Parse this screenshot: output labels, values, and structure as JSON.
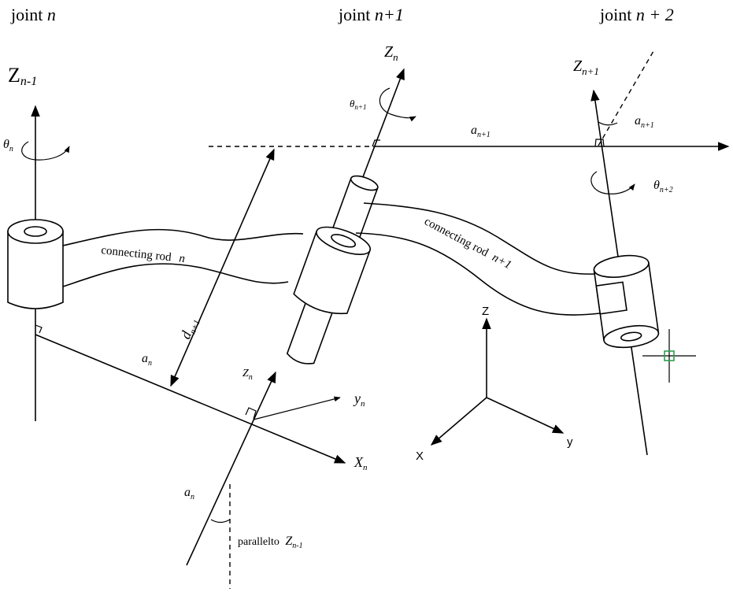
{
  "headers": {
    "joint_n": {
      "word": "joint",
      "sym": "n"
    },
    "joint_n1": {
      "word": "joint",
      "sym": "n+1"
    },
    "joint_n2": {
      "word": "joint",
      "sym": "n + 2"
    }
  },
  "axes": {
    "z_prev": {
      "base": "Z",
      "sub": "n-1"
    },
    "z_n": {
      "base": "Z",
      "sub": "n"
    },
    "z_n1": {
      "base": "Z",
      "sub": "n+1"
    },
    "z_n_small": {
      "base": "Z",
      "sub": "n"
    },
    "y_n": {
      "base": "y",
      "sub": "n"
    },
    "x_n": {
      "base": "X",
      "sub": "n"
    }
  },
  "params": {
    "theta_n": {
      "base": "θ",
      "sub": "n"
    },
    "theta_n1": {
      "base": "θ",
      "sub": "n+1"
    },
    "theta_n2": {
      "base": "θ",
      "sub": "n+2"
    },
    "a_n1_top": {
      "base": "a",
      "sub": "n+1"
    },
    "alpha_n1": {
      "base": "a",
      "sub": "n+1"
    },
    "d_n1": {
      "base": "d",
      "sub": "n+1"
    },
    "a_n": {
      "base": "a",
      "sub": "n"
    },
    "alpha_n": {
      "base": "a",
      "sub": "n"
    }
  },
  "rods": {
    "rod_n": {
      "text": "connecting rod",
      "sym": "n"
    },
    "rod_n1": {
      "text": "connecting rod",
      "sym": "n+1"
    }
  },
  "parallel_note": {
    "text": "parallelto",
    "base": "Z",
    "sub": "n-1"
  },
  "world_axes": {
    "z": "Z",
    "y": "y",
    "x": "X"
  },
  "colors": {
    "line": "#000000",
    "cursor": "#2e9e4f",
    "background": "#ffffff"
  }
}
